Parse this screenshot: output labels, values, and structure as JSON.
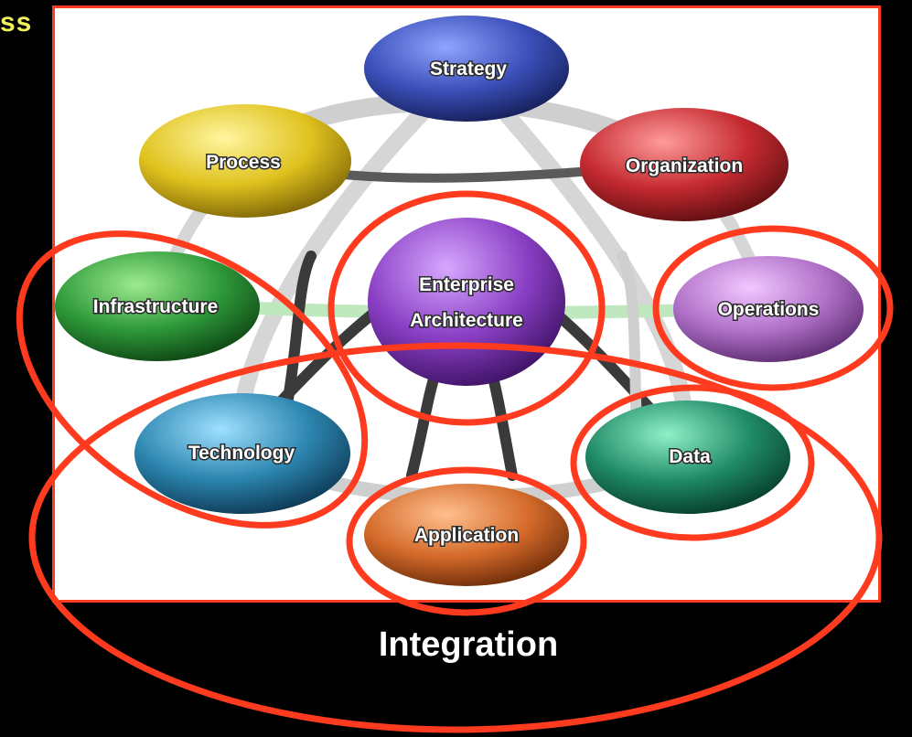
{
  "corner_text": "ss",
  "nodes": {
    "strategy": "Strategy",
    "process": "Process",
    "organization": "Organization",
    "infrastructure": "Infrastructure",
    "enterprise_architecture_line1": "Enterprise",
    "enterprise_architecture_line2": "Architecture",
    "operations": "Operations",
    "technology": "Technology",
    "data": "Data",
    "application": "Application"
  },
  "caption": "Integration",
  "colors": {
    "background": "#000000",
    "panel": "#ffffff",
    "highlight_outline": "#ff3b1f",
    "corner_text": "#f2f25a",
    "strategy": "#3a4fb8",
    "process": "#e0c21e",
    "organization": "#c42a30",
    "infrastructure": "#2e9a3a",
    "enterprise_architecture": "#8a3fc4",
    "operations": "#b070c8",
    "technology": "#2c86b0",
    "data": "#1f8a66",
    "application": "#d46a2a"
  }
}
